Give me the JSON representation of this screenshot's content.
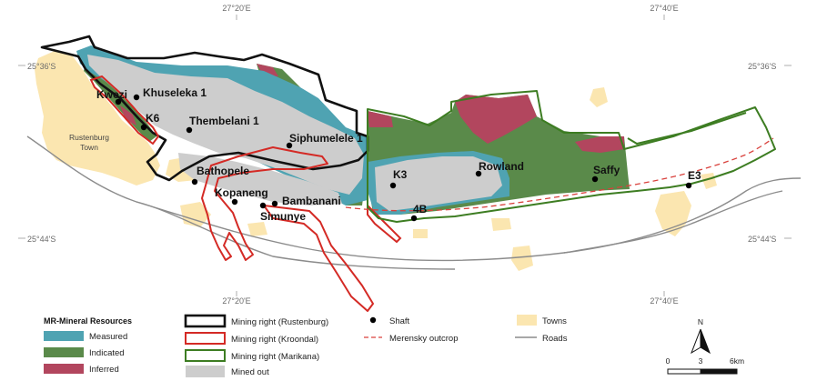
{
  "colors": {
    "measured": "#4fa3b2",
    "indicated": "#5a8a4a",
    "inferred": "#b2465e",
    "mined_out": "#cdcdcd",
    "towns": "#fbe6b0",
    "rustenburg": "#111111",
    "kroondal": "#d42a25",
    "marikana": "#3d7d22",
    "merensky": "#d9413c",
    "roads": "#8c8c8c"
  },
  "graticule": {
    "lon_top_left": "27°20'E",
    "lon_top_right": "27°40'E",
    "lon_bottom_left": "27°20'E",
    "lon_bottom_right": "27°40'E",
    "lat_top_left": "25°36'S",
    "lat_top_right": "25°36'S",
    "lat_bottom_left": "25°44'S",
    "lat_bottom_right": "25°44'S"
  },
  "town": {
    "line1": "Rustenburg",
    "line2": "Town"
  },
  "shafts": [
    {
      "id": "kwezi",
      "label": "Kwezi"
    },
    {
      "id": "khuseleka",
      "label": "Khuseleka 1"
    },
    {
      "id": "k6",
      "label": "K6"
    },
    {
      "id": "thembelani",
      "label": "Thembelani 1"
    },
    {
      "id": "siphumelele",
      "label": "Siphumelele 1"
    },
    {
      "id": "bathopele",
      "label": "Bathopele"
    },
    {
      "id": "kopaneng",
      "label": "Kopaneng"
    },
    {
      "id": "bambanani",
      "label": "Bambanani"
    },
    {
      "id": "simunye",
      "label": "Simunye"
    },
    {
      "id": "k3",
      "label": "K3"
    },
    {
      "id": "b4",
      "label": "4B"
    },
    {
      "id": "rowland",
      "label": "Rowland"
    },
    {
      "id": "saffy",
      "label": "Saffy"
    },
    {
      "id": "e3",
      "label": "E3"
    }
  ],
  "legend": {
    "title": "MR-Mineral Resources",
    "measured": "Measured",
    "indicated": "Indicated",
    "inferred": "Inferred",
    "rustenburg": "Mining right (Rustenburg)",
    "kroondal": "Mining right (Kroondal)",
    "marikana": "Mining right (Marikana)",
    "mined_out": "Mined out",
    "shaft": "Shaft",
    "merensky": "Merensky outcrop",
    "towns": "Towns",
    "roads": "Roads"
  },
  "north_arrow": "N",
  "scale_bar": {
    "t0": "0",
    "t1": "3",
    "t2": "6km"
  }
}
